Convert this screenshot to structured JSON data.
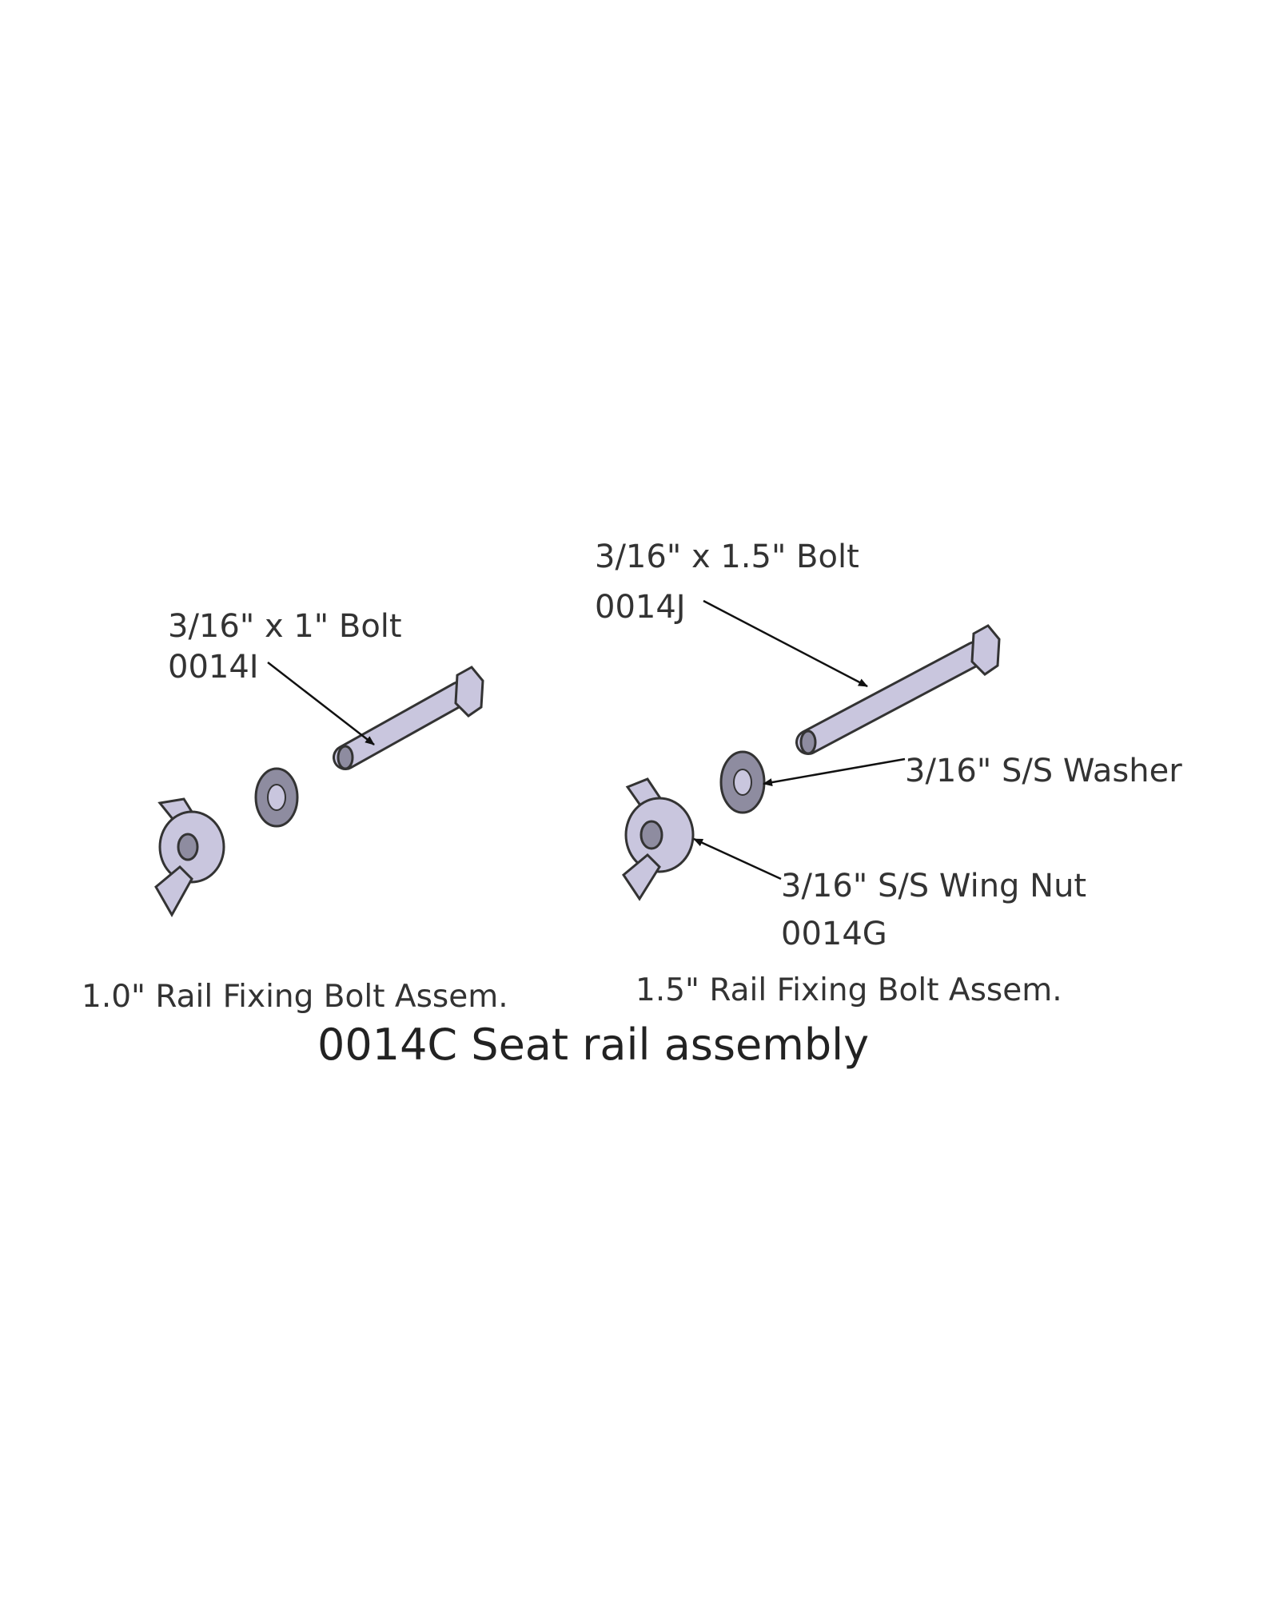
{
  "labels": {
    "bolt_1_5": {
      "name": "3/16\" x 1.5\" Bolt",
      "code": "0014J"
    },
    "bolt_1_0": {
      "name": "3/16\" x 1\" Bolt",
      "code": "0014I"
    },
    "washer": {
      "name": "3/16\" S/S Washer"
    },
    "wing_nut": {
      "name": "3/16\" S/S Wing Nut",
      "code": "0014G"
    }
  },
  "captions": {
    "left": "1.0\" Rail Fixing Bolt Assem.",
    "right": "1.5\" Rail Fixing Bolt Assem."
  },
  "title": "0014C Seat rail assembly"
}
